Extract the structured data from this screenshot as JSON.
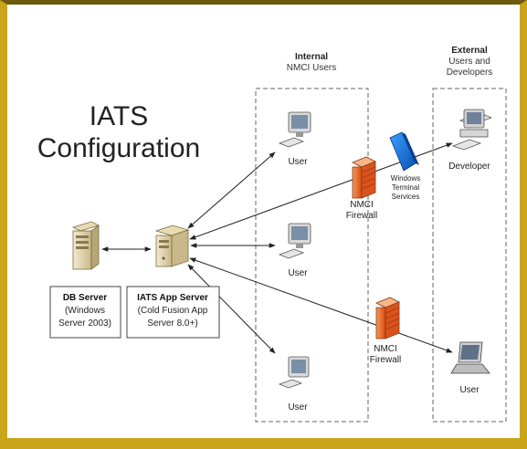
{
  "title_line1": "IATS",
  "title_line2": "Configuration",
  "internal": {
    "heading": "Internal",
    "subheading": "NMCI Users"
  },
  "external": {
    "heading": "External",
    "subheading_line1": "Users and",
    "subheading_line2": "Developers"
  },
  "db_server": {
    "name": "DB Server",
    "line2": "(Windows",
    "line3": "Server 2003)"
  },
  "app_server": {
    "name": "IATS App Server",
    "line2": "(Cold Fusion App",
    "line3": "Server 8.0+)"
  },
  "user_label": "User",
  "developer_label": "Developer",
  "firewall_label_line1": "NMCI",
  "firewall_label_line2": "Firewall",
  "terminal_services": {
    "line1": "Windows",
    "line2": "Terminal",
    "line3": "Services"
  },
  "colors": {
    "frame": "#c9a51c",
    "firewall": "#e8622a",
    "terminal": "#1a6fd6",
    "box_border": "#555555"
  }
}
